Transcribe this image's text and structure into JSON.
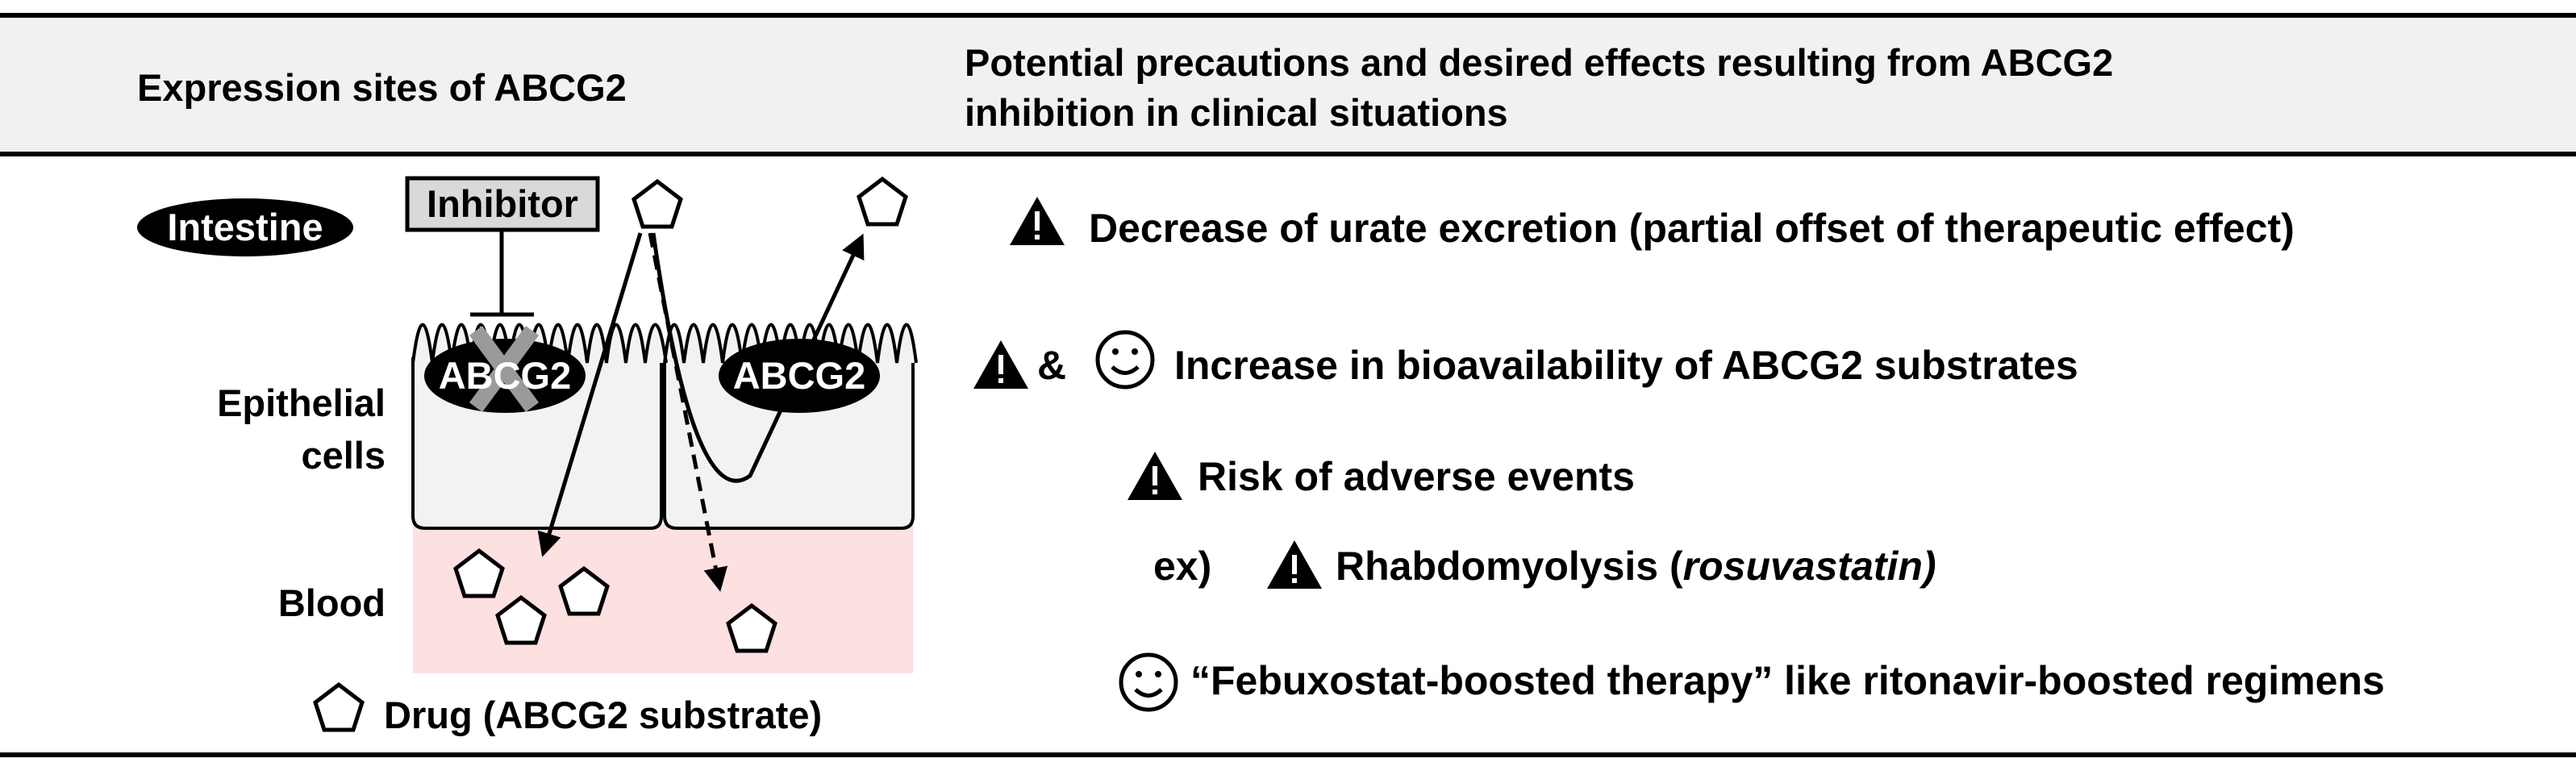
{
  "header": {
    "col_left": "Expression sites of ABCG2",
    "col_right_line1": "Potential precautions and desired effects resulting from ABCG2",
    "col_right_line2": "inhibition in clinical situations"
  },
  "diagram": {
    "intestine_label": "Intestine",
    "inhibitor_label": "Inhibitor",
    "transporter_label": "ABCG2",
    "epithelial_line1": "Epithelial",
    "epithelial_line2": "cells",
    "blood_label": "Blood",
    "legend_drug": "Drug (ABCG2 substrate)",
    "colors": {
      "blood": "#fde0e0",
      "cells": "#f2f2f2",
      "inhibitor_box": "#d9d9d9",
      "x_mark": "#9a9a9a",
      "transporter": "#000000"
    }
  },
  "effects": {
    "decrease_urate": "Decrease of urate excretion (partial offset of therapeutic effect)",
    "ampersand": "&",
    "increase_bioavailability": "Increase in bioavailability of ABCG2 substrates",
    "risk_adverse": "Risk of adverse events",
    "ex_prefix": "ex)",
    "rhabdo_text": "Rhabdomyolysis (",
    "rhabdo_drug": "rosuvastatin)",
    "febuxostat": "“Febuxostat-boosted therapy” like ritonavir-boosted regimens",
    "icons": [
      "warning-icon",
      "smiley-icon"
    ]
  }
}
